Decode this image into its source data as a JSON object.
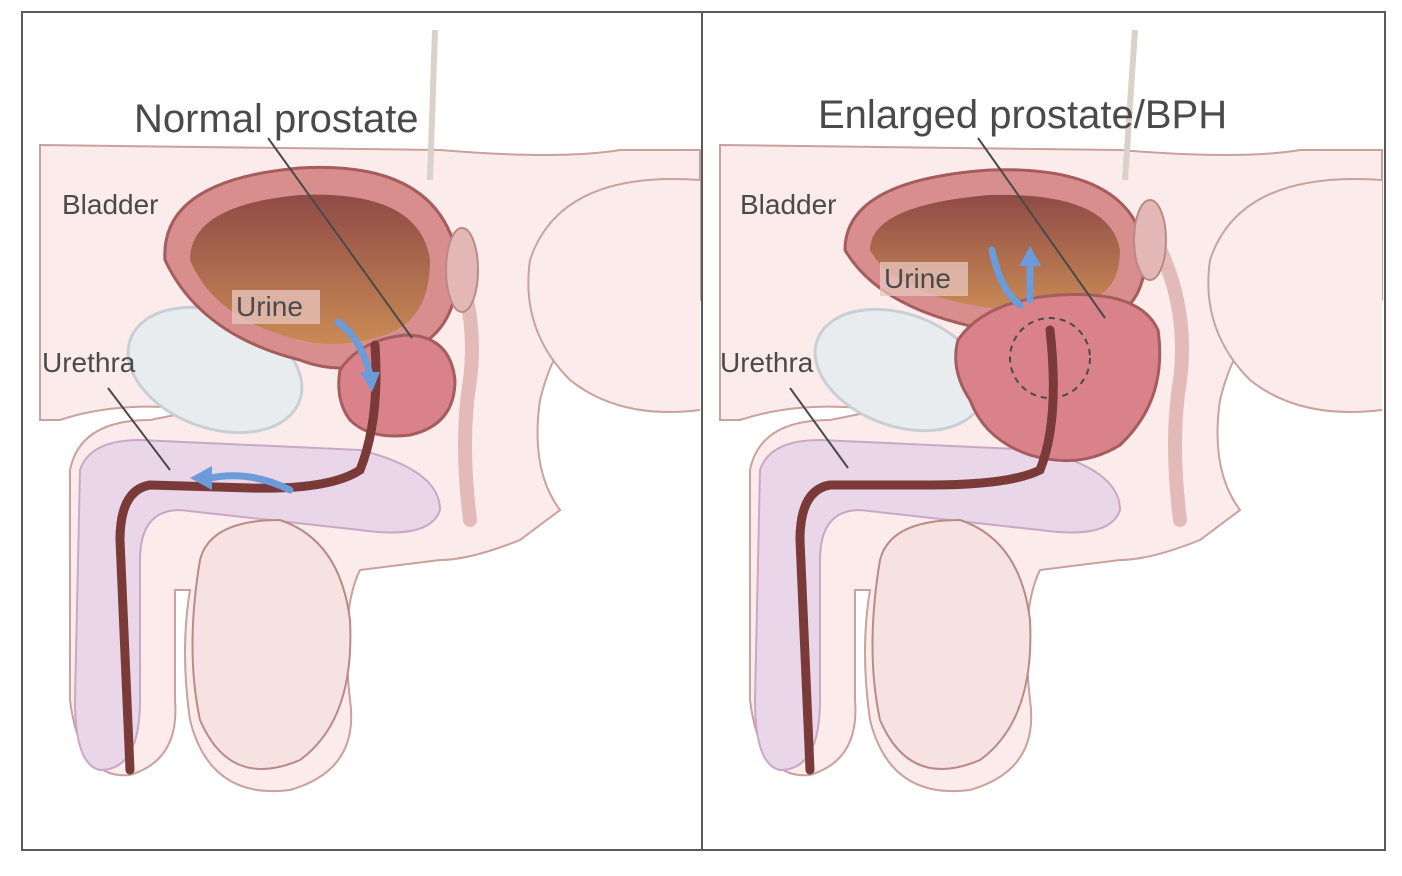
{
  "panels": [
    {
      "title": "Normal prostate",
      "labels": {
        "bladder": "Bladder",
        "urine": "Urine",
        "urethra": "Urethra"
      }
    },
    {
      "title": "Enlarged prostate/BPH",
      "labels": {
        "bladder": "Bladder",
        "urine": "Urine",
        "urethra": "Urethra"
      }
    }
  ],
  "colors": {
    "skin": "#f9e8e6",
    "skin_outline": "#b98a86",
    "bladder_wall": "#d98e8e",
    "bladder_inner": "#8f4b46",
    "urine": "#c98a55",
    "prostate": "#d9828a",
    "pubic_bone": "#e8ecef",
    "urethra": "#7a3a38",
    "flow_arrow": "#6b9bd8",
    "erectile_tissue": "#e6d3e6",
    "frame": "#5a5a5a"
  }
}
